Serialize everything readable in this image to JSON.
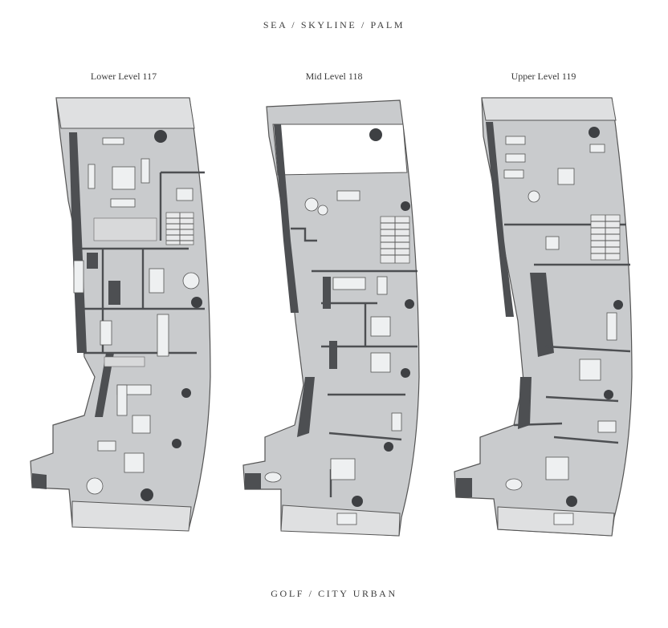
{
  "orientation": {
    "top": "SEA / SKYLINE / PALM",
    "bottom": "GOLF / CITY URBAN"
  },
  "levels": [
    {
      "label": "Lower Level 117"
    },
    {
      "label": "Mid Level 118"
    },
    {
      "label": "Upper Level 119"
    }
  ],
  "colors": {
    "floor": "#c9cbcd",
    "wall": "#4d4f52",
    "text": "#3a3a3a",
    "background": "#ffffff"
  }
}
